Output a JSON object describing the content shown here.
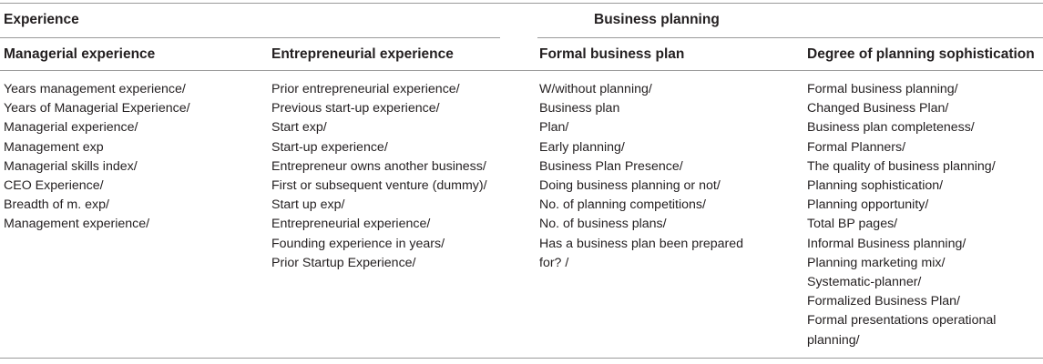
{
  "table": {
    "group_experience": "Experience",
    "group_business_planning": "Business planning",
    "columns": [
      {
        "header": "Managerial experience",
        "items": [
          "Years management experience/",
          "Years of Managerial Experience/",
          "Managerial experience/",
          "Management exp",
          "Managerial skills index/",
          "CEO Experience/",
          "Breadth of m. exp/",
          "Management experience/"
        ]
      },
      {
        "header": "Entrepreneurial experience",
        "items": [
          "Prior entrepreneurial experience/",
          "Previous start-up experience/",
          "Start exp/",
          "Start-up experience/",
          "Entrepreneur owns another business/",
          "First or subsequent venture (dummy)/",
          "Start up exp/",
          "Entrepreneurial experience/",
          "Founding experience in years/",
          "Prior Startup Experience/"
        ]
      },
      {
        "header": "Formal business plan",
        "items": [
          "W/without planning/",
          "Business plan",
          "Plan/",
          "Early planning/",
          "Business Plan Presence/",
          "Doing business planning or not/",
          "No. of planning competitions/",
          "No. of business plans/",
          "Has a business plan been prepared",
          "for? /"
        ]
      },
      {
        "header": "Degree of planning sophistication",
        "items": [
          "Formal business planning/",
          "Changed Business Plan/",
          "Business plan completeness/",
          "Formal Planners/",
          "The quality of business planning/",
          "Planning sophistication/",
          "Planning opportunity/",
          "Total BP pages/",
          "Informal Business planning/",
          "Planning marketing mix/",
          "Systematic-planner/",
          "Formalized Business Plan/",
          "Formal presentations operational",
          "planning/"
        ]
      }
    ]
  }
}
